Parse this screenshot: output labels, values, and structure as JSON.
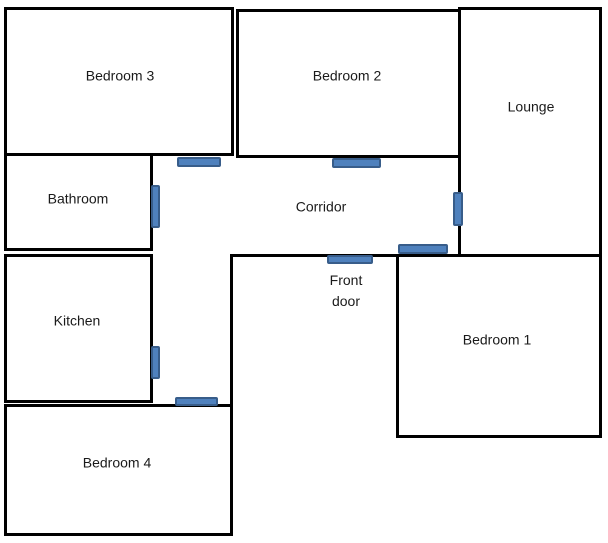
{
  "diagram": {
    "type": "floor-plan",
    "background_color": "#ffffff",
    "wall_color": "#000000",
    "door_fill_color": "#4f81bd",
    "door_border_color": "#385d8a",
    "text_color": "#1a1a1a"
  },
  "rooms": {
    "bedroom3": {
      "label": "Bedroom 3"
    },
    "bedroom2": {
      "label": "Bedroom 2"
    },
    "lounge": {
      "label": "Lounge"
    },
    "bathroom": {
      "label": "Bathroom"
    },
    "corridor": {
      "label": "Corridor"
    },
    "kitchen": {
      "label": "Kitchen"
    },
    "bedroom1": {
      "label": "Bedroom 1"
    },
    "bedroom4": {
      "label": "Bedroom 4"
    }
  },
  "front_door": {
    "line1": "Front",
    "line2": "door"
  },
  "doors": [
    "bedroom3-door",
    "bedroom2-door",
    "lounge-door",
    "bedroom1-door",
    "front-door",
    "bathroom-door",
    "kitchen-door",
    "bedroom4-door"
  ]
}
